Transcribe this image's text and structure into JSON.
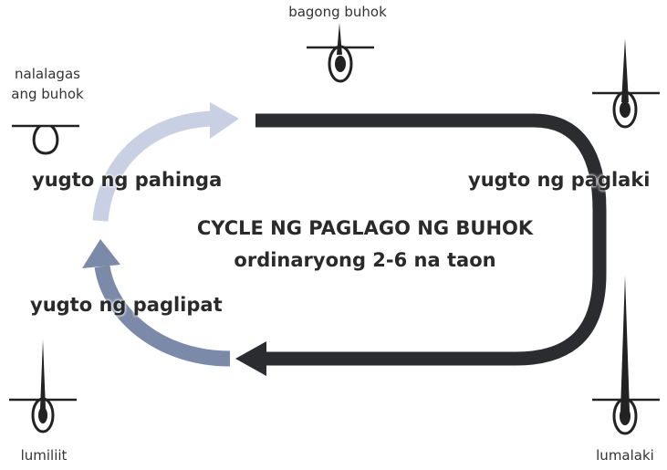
{
  "title": "CYCLE NG PAGLAGO NG BUHOK",
  "subtitle": "ordinaryong 2-6 na taon",
  "phases": {
    "growth": "yugto ng paglaki",
    "transition": "yugto ng paglipat",
    "rest": "yugto ng pahinga"
  },
  "hair_labels": {
    "new": "bagong buhok",
    "growing": "lumalaki",
    "shrinking": "lumiliit",
    "falling_line1": "nalalagas",
    "falling_line2": "ang buhok"
  },
  "colors": {
    "growth_arrow": "#2b2c30",
    "transition_arrow": "#7b8aa9",
    "rest_arrow": "#c9d0e4"
  }
}
